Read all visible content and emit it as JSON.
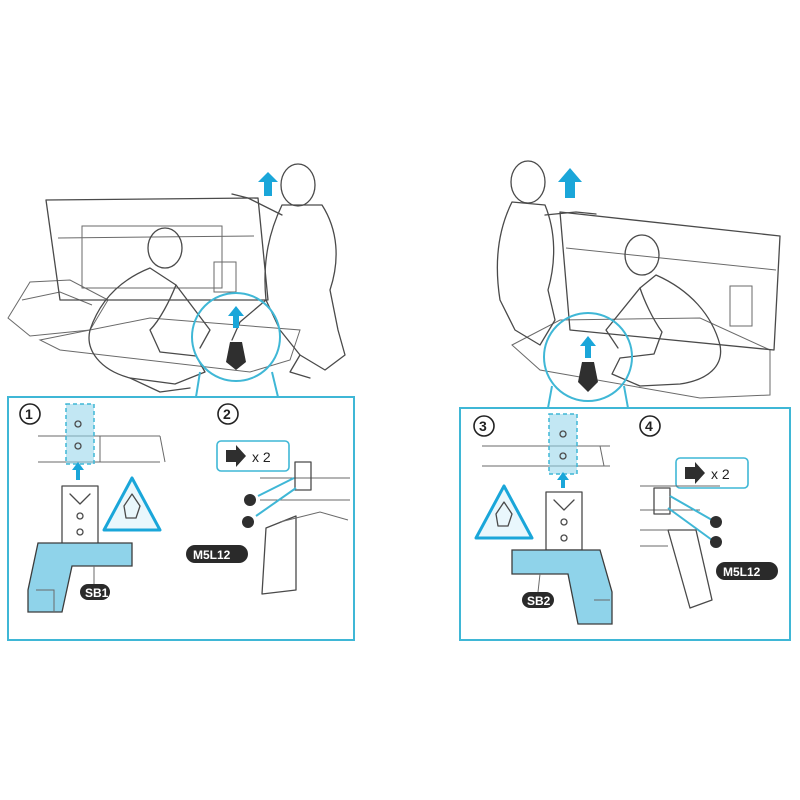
{
  "steps": [
    "1",
    "2",
    "3",
    "4"
  ],
  "stand_labels": {
    "left": "SB1",
    "right": "SB2"
  },
  "screw_label": "M5L12",
  "screw_count": "x 2",
  "colors": {
    "accent": "#3fb7d6",
    "arrow": "#1aa6d9",
    "part": "#8fd3ea"
  },
  "icons": [
    "caution-pinch-icon",
    "screw-arrow-icon",
    "lift-up-arrow-icon"
  ]
}
